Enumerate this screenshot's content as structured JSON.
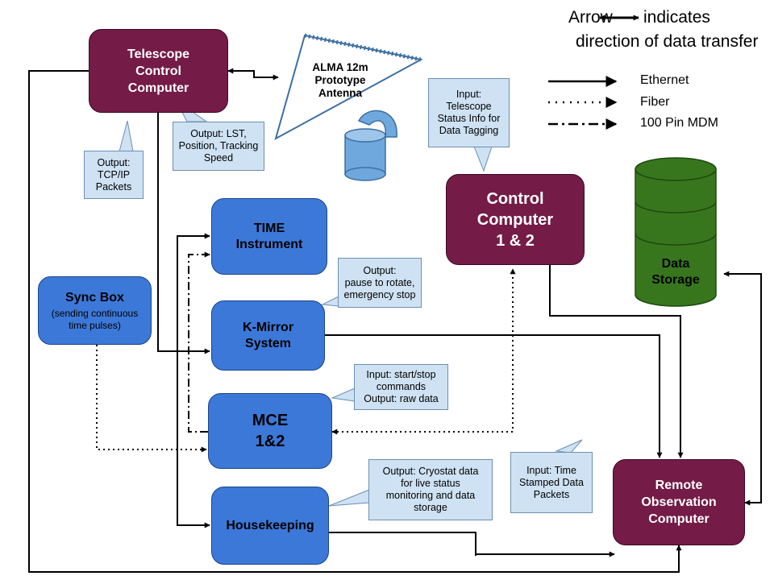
{
  "header": {
    "legend_title_line1": "Arrow",
    "legend_title_line1b": "indicates",
    "legend_title_line2": "direction of data transfer"
  },
  "legend": [
    {
      "style": "solid",
      "label": "Ethernet"
    },
    {
      "style": "dotted",
      "label": "Fiber"
    },
    {
      "style": "dash-dot",
      "label": "100 Pin MDM"
    }
  ],
  "nodes": {
    "telescope_control": {
      "line1": "Telescope",
      "line2": "Control",
      "line3": "Computer"
    },
    "antenna": {
      "line1": "ALMA 12m",
      "line2": "Prototype",
      "line3": "Antenna"
    },
    "control_computer": {
      "line1": "Control",
      "line2": "Computer",
      "line3": "1 & 2"
    },
    "data_storage": {
      "line1": "Data",
      "line2": "Storage"
    },
    "time_instrument": {
      "line1": "TIME",
      "line2": "Instrument"
    },
    "sync_box": {
      "title": "Sync Box",
      "sub1": "(sending continuous",
      "sub2": "time pulses)"
    },
    "k_mirror": {
      "line1": "K-Mirror",
      "line2": "System"
    },
    "mce": {
      "line1": "MCE",
      "line2": "1&2"
    },
    "housekeeping": {
      "label": "Housekeeping"
    },
    "remote_observation": {
      "line1": "Remote",
      "line2": "Observation",
      "line3": "Computer"
    }
  },
  "callouts": {
    "tcp_ip": [
      "Output:",
      "TCP/IP",
      "Packets"
    ],
    "lst": [
      "Output: LST,",
      "Position, Tracking",
      "Speed"
    ],
    "telescope_status": [
      "Input:",
      "Telescope",
      "Status Info for",
      "Data Tagging"
    ],
    "pause": [
      "Output:",
      "pause to rotate,",
      "emergency stop"
    ],
    "start_stop": [
      "Input: start/stop",
      "commands",
      "Output: raw data"
    ],
    "cryostat": [
      "Output: Cryostat data",
      "for live status",
      "monitoring and data",
      "storage"
    ],
    "time_stamped": [
      "Input: Time",
      "Stamped Data",
      "Packets"
    ]
  },
  "colors": {
    "maroon": "#741b47",
    "blue": "#3c78d8",
    "green": "#38761d",
    "callout": "#cfe2f3"
  }
}
